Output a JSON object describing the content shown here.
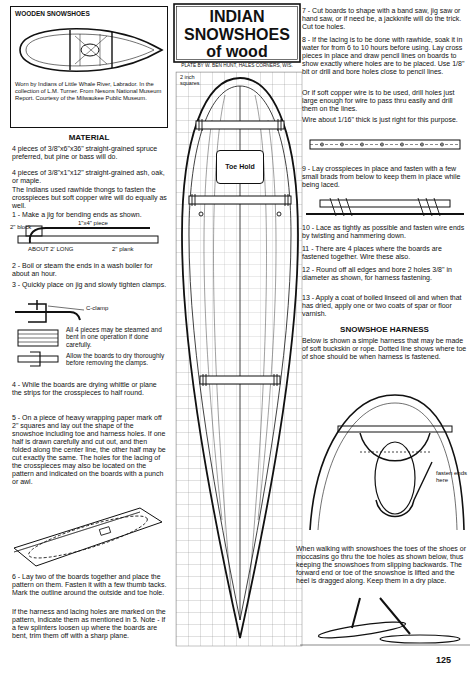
{
  "diagram": {
    "title": "INDIAN SNOWSHOES of wood",
    "nodes": [
      {
        "text": [
          "WOODEN SNOWSHOES",
          "Worn by Indians of Little Whale River, Labrador. In the collection of L.M. Turner. From Nesons National Museum Report. Courtesy of the Milwaukee Public Museum."
        ]
      },
      {
        "text": [
          "Toe Hold"
        ]
      }
    ],
    "labels": [
      "MATERIAL",
      "4 pieces of 3/8\"x6\"x36\" straight-grained spruce preferred, but pine or bass will do.",
      "4 pieces of 3/8\"x1\"x12\" straight-grained ash, oak, or maple.",
      "The Indians used rawhide thongs to fasten the crosspieces but soft copper wire will do equally as well.",
      "1 - Make a jig for bending ends as shown.",
      "2\" block",
      "1\"x4\" piece",
      "2\" plank",
      "ABOUT 2' LONG",
      "2 - Boil or steam the ends in a wash boiler for about an hour.",
      "3 - Quickly place on jig and slowly tighten clamps.",
      "C-clamp",
      "All 4 pieces may be steamed and bent in one operation if done carefully.",
      "Allow the boards to dry thoroughly before removing the clamps.",
      "4 - While the boards are drying whittle or plane the strips for the crosspieces to half round.",
      "5 - On a piece of heavy wrapping paper mark off 2\" squares and lay out the shape of the snowshoe including toe and harness holes. If one half is drawn carefully and cut out, and then folded along the center line, the other half may be cut exactly the same. The holes for the lacing of the crosspieces may also be located on the pattern and indicated on the boards with a punch or awl.",
      "6 - Lay two of the boards together and place the pattern on them. Fasten it with a few thumb tacks. Mark the outline around the outside and toe hole.",
      "If the harness and lacing holes are marked on the pattern, indicate them as mentioned in 5. Note - If a few splinters loosen up where the boards are bent, trim them off with a sharp plane.",
      "PLATE BY W. BEN HUNT, HALES CORNERS, WIS.",
      "2 inch squares",
      "7 - Cut boards to shape with a band saw, jig saw or hand saw, or if need be, a jackknife will do the trick. Cut toe holes.",
      "8 - If the lacing is to be done with rawhide, soak it in water for from 6 to 10 hours before using. Lay cross pieces in place and draw pencil lines on boards to show exactly where holes are to be placed. Use 1/8\" bit or drill and bore holes close to pencil lines.",
      "Or if soft copper wire is to be used, drill holes just large enough for wire to pass thru easily and drill them on the lines.",
      "Wire about 1/16\" thick is just right for this purpose.",
      "9 - Lay crosspieces in place and fasten with a few small brads from below to keep them in place while being laced.",
      "10 - Lace as tightly as possible and fasten wire ends by twisting and hammering down.",
      "11 - There are 4 places where the boards are fastened together. Wire these also.",
      "12 - Round off all edges and bore 2 holes 3/8\" in diameter as shown, for harness fastening.",
      "13 - Apply a coat of boiled linseed oil and when that has dried, apply one or two coats of spar or floor varnish.",
      "SNOWSHOE HARNESS",
      "Below is shown a simple harness that may be made of soft buckskin or rope. Dotted line shows where toe of shoe should be when harness is fastened.",
      "fasten ends here",
      "When walking with snowshoes the toes of the shoes or moccasins go thru the toe holes as shown below, thus keeping the snowshoes from slipping backwards. The forward end or toe of the snowshoe is lifted and the heel is dragged along. Keep them in a dry place.",
      "125"
    ]
  }
}
